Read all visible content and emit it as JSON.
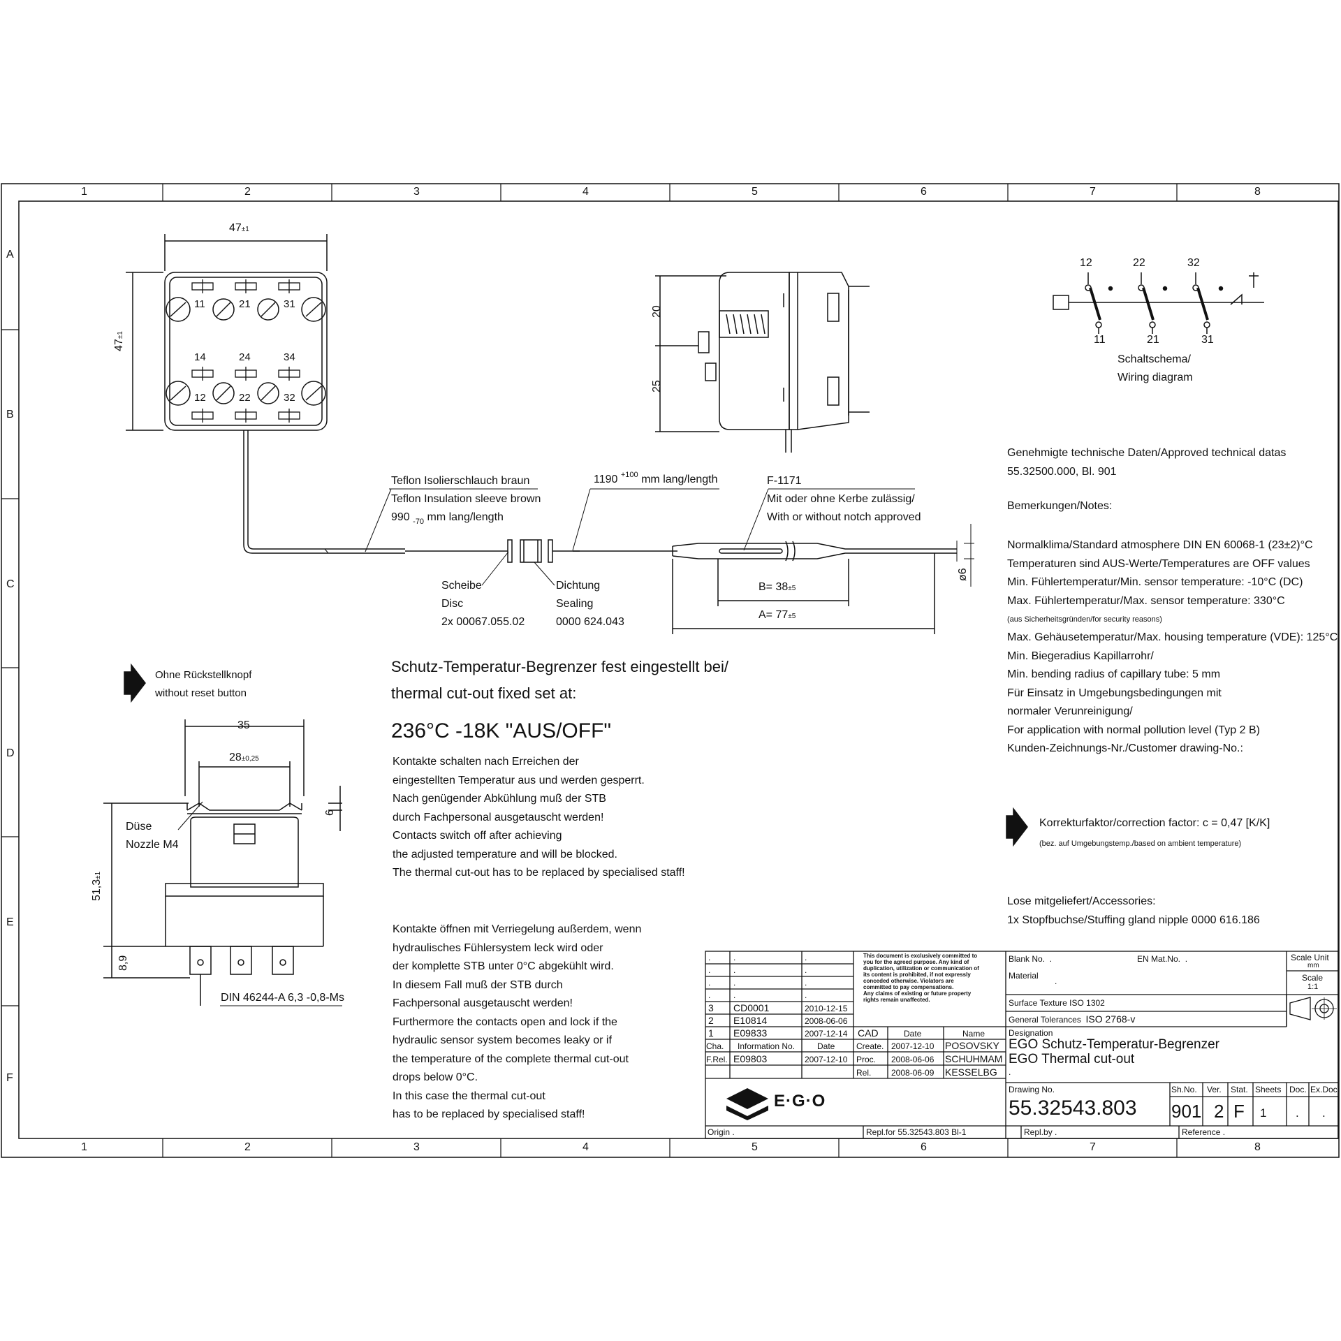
{
  "frame": {
    "columns": [
      "1",
      "2",
      "3",
      "4",
      "5",
      "6",
      "7",
      "8"
    ],
    "rows": [
      "A",
      "B",
      "C",
      "D",
      "E",
      "F"
    ]
  },
  "top_view": {
    "dim_width": "47",
    "dim_width_tol": "±1",
    "dim_height": "47",
    "dim_height_tol": "±1",
    "terminals_top": [
      "11",
      "21",
      "31"
    ],
    "terminals_mid": [
      "14",
      "24",
      "34"
    ],
    "terminals_bottom": [
      "12",
      "22",
      "32"
    ]
  },
  "side_view": {
    "dim_upper": "20",
    "dim_lower": "25"
  },
  "capillary": {
    "sleeve_de": "Teflon Isolierschlauch braun",
    "sleeve_en": "Teflon Insulation sleeve brown",
    "sleeve_len_value": "990",
    "sleeve_len_tol": "-70",
    "sleeve_len_unit": "mm lang/length",
    "total_len_value": "1190",
    "total_len_tol": "+100",
    "total_len_unit": "mm lang/length",
    "sensor_code": "F-1171",
    "notch_de": "Mit oder ohne Kerbe zulässig/",
    "notch_en": "With or without notch approved",
    "disc_de": "Scheibe",
    "disc_en": "Disc",
    "disc_part": "2x 00067.055.02",
    "seal_de": "Dichtung",
    "seal_en": "Sealing",
    "seal_part": "0000 624.043",
    "dim_b": "B= 38",
    "dim_b_tol": "±5",
    "dim_a": "A= 77",
    "dim_a_tol": "±5",
    "dim_dia": "ø6"
  },
  "wiring": {
    "top_labels": [
      "12",
      "22",
      "32"
    ],
    "bottom_labels": [
      "11",
      "21",
      "31"
    ],
    "caption_de": "Schaltschema/",
    "caption_en": "Wiring diagram"
  },
  "reset_note": {
    "de": "Ohne Rückstellknopf",
    "en": "without reset button"
  },
  "front_view": {
    "dim_top": "35",
    "dim_inner": "28",
    "dim_inner_tol": "±0,25",
    "dim_six": "6",
    "dim_height": "51,3",
    "dim_height_tol": "±1",
    "dim_pin": "8,9",
    "nozzle_de": "Düse",
    "nozzle_en": "Nozzle M4",
    "din": "DIN 46244-A 6,3 -0,8-Ms"
  },
  "main_text": {
    "title_de": "Schutz-Temperatur-Begrenzer fest eingestellt bei/",
    "title_en": "thermal cut-out fixed set at:",
    "setpoint": "236°C -18K \"AUS/OFF\"",
    "para1": [
      "Kontakte schalten nach Erreichen der",
      "eingestellten Temperatur aus und werden gesperrt.",
      "Nach genügender Abkühlung muß der STB",
      "durch Fachpersonal ausgetauscht werden!",
      "Contacts switch off after achieving",
      "the adjusted temperature and will be blocked.",
      "The thermal cut-out has to be replaced by specialised staff!"
    ],
    "para2": [
      "Kontakte öffnen mit Verriegelung außerdem, wenn",
      "hydraulisches Fühlersystem leck wird oder",
      "der komplette STB unter 0°C abgekühlt wird.",
      "In diesem Fall muß der STB durch",
      "Fachpersonal ausgetauscht werden!",
      "Furthermore the contacts open and lock if the",
      "hydraulic sensor system becomes leaky or if",
      "the temperature of the complete thermal cut-out",
      "drops below 0°C.",
      "In this case the thermal cut-out",
      "has to be replaced by specialised staff!"
    ]
  },
  "right_notes": {
    "approved": [
      "Genehmigte technische Daten/Approved technical datas",
      "55.32500.000, Bl. 901"
    ],
    "notes_title": "Bemerkungen/Notes:",
    "notes": [
      "Normalklima/Standard atmosphere DIN EN 60068-1 (23±2)°C",
      "Temperaturen sind AUS-Werte/Temperatures are OFF values",
      "Min. Fühlertemperatur/Min. sensor temperature: -10°C (DC)",
      "Max. Fühlertemperatur/Max. sensor temperature: 330°C"
    ],
    "security_note": "(aus Sicherheitsgründen/for security reasons)",
    "notes2": [
      "Max. Gehäusetemperatur/Max. housing temperature (VDE): 125°C",
      "Min. Biegeradius Kapillarrohr/",
      "Min. bending radius of capillary tube: 5 mm",
      "Für Einsatz in Umgebungsbedingungen mit",
      "normaler Verunreinigung/",
      "For application with normal pollution level (Typ 2 B)",
      "Kunden-Zeichnungs-Nr./Customer drawing-No.:"
    ],
    "correction": "Korrekturfaktor/correction factor: c = 0,47 [K/K]",
    "correction_sub": "(bez. auf Umgebungstemp./based on ambient temperature)",
    "accessories": [
      "Lose mitgeliefert/Accessories:",
      "1x Stopfbuchse/Stuffing gland nipple 0000 616.186"
    ]
  },
  "title_block": {
    "revisions": [
      {
        "idx": ".",
        "info": ".",
        "date": "."
      },
      {
        "idx": ".",
        "info": ".",
        "date": "."
      },
      {
        "idx": ".",
        "info": ".",
        "date": "."
      },
      {
        "idx": ".",
        "info": ".",
        "date": "."
      },
      {
        "idx": "3",
        "info": "CD0001",
        "date": "2010-12-15"
      },
      {
        "idx": "2",
        "info": "E10814",
        "date": "2008-06-06"
      },
      {
        "idx": "1",
        "info": "E09833",
        "date": "2007-12-14"
      }
    ],
    "rev_header": {
      "idx": "Cha.",
      "info": "Information No.",
      "date": "Date"
    },
    "frel": {
      "idx": "F.Rel.",
      "info": "E09803",
      "date": "2007-12-10"
    },
    "confidential": [
      "This document is exclusively committed to",
      "you for the agreed purpose. Any kind of",
      "duplication, utilization or communication of",
      "its content is prohibited, if not expressly",
      "conceded otherwise. Violators are",
      "committed to pay compensations.",
      "Any claims of existing or future property",
      "rights remain unaffected."
    ],
    "approvals_header": {
      "role": "CAD",
      "date": "Date",
      "name": "Name"
    },
    "approvals": [
      {
        "role": "Create.",
        "date": "2007-12-10",
        "name": "POSOVSKY"
      },
      {
        "role": "Proc.",
        "date": "2008-06-06",
        "name": "SCHUHMAM"
      },
      {
        "role": "Rel.",
        "date": "2008-06-09",
        "name": "KESSELBG"
      }
    ],
    "blank_no_label": "Blank No.",
    "blank_no_value": ".",
    "en_mat_label": "EN Mat.No.",
    "en_mat_value": ".",
    "material_label": "Material",
    "material_value": ".",
    "scale_unit_label": "Scale Unit",
    "scale_unit_value": "mm",
    "scale_label": "Scale",
    "scale_value": "1:1",
    "surface": "Surface Texture ISO 1302",
    "tolerances_label": "General Tolerances",
    "tolerances_value": "ISO 2768-v",
    "designation_label": "Designation",
    "designation_de": "EGO Schutz-Temperatur-Begrenzer",
    "designation_en": "EGO Thermal cut-out",
    "designation_extra": ".",
    "logo_text": "E·G·O",
    "drawing_no_label": "Drawing No.",
    "drawing_no": "55.32543.803",
    "sh_no_label": "Sh.No.",
    "sh_no": "901",
    "ver_label": "Ver.",
    "ver": "2",
    "stat_label": "Stat.",
    "stat": "F",
    "sheets_label": "Sheets",
    "sheets": "1",
    "doc_label": "Doc.",
    "doc": ".",
    "exdoc_label": "Ex.Doc.",
    "exdoc": ".",
    "origin_label": "Origin",
    "origin": ".",
    "repl_for_label": "Repl.for",
    "repl_for": "55.32543.803 Bl-1",
    "repl_by_label": "Repl.by",
    "repl_by": ".",
    "reference_label": "Reference",
    "reference": "."
  }
}
